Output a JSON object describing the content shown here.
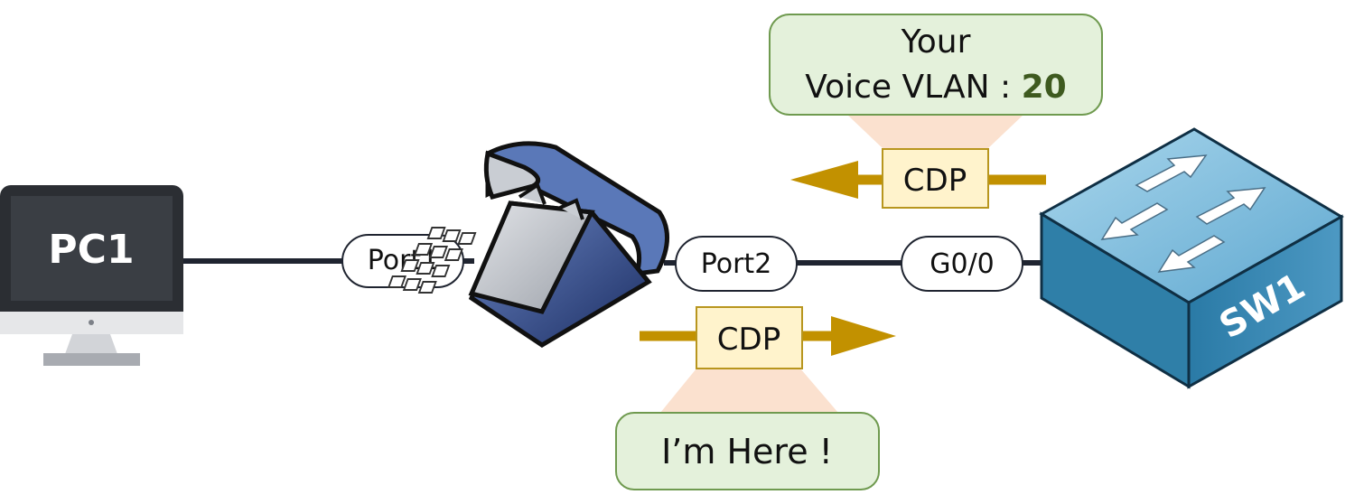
{
  "devices": {
    "pc": {
      "label": "PC1"
    },
    "switch": {
      "label": "SW1"
    }
  },
  "ports": {
    "phone_port1": "Port1",
    "phone_port2": "Port2",
    "switch_port": "G0/0"
  },
  "messages": {
    "cdp_to_phone": {
      "protocol": "CDP"
    },
    "cdp_to_switch": {
      "protocol": "CDP"
    },
    "switch_callout": {
      "line1": "Your",
      "line2_prefix": "Voice VLAN : ",
      "vlan_id": "20"
    },
    "phone_callout": {
      "text": "I’m Here !"
    }
  },
  "icons": {
    "pc": "desktop-computer-icon",
    "phone": "desk-telephone-icon",
    "switch": "network-switch-icon"
  },
  "colors": {
    "link": "#1f2430",
    "arrow": "#c29100",
    "cdp_box_fill": "#fff3cc",
    "cdp_box_stroke": "#b8961e",
    "callout_fill": "#e4f1db",
    "callout_stroke": "#6f9a4f",
    "callout_beam": "#fbe1cf",
    "vlan_text": "#3e5a1f",
    "switch_top": "#8ec6e2",
    "switch_side": "#2f7fa8",
    "monitor": "#2b2e33",
    "monitor_screen": "#3a3e44"
  }
}
